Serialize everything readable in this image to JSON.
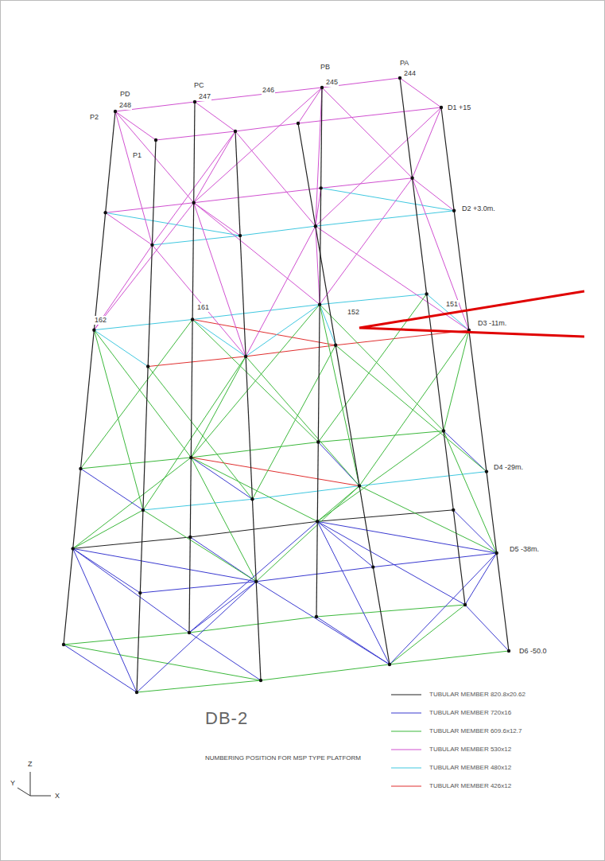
{
  "diagram": {
    "title": "DB-2",
    "caption": "NUMBERING POSITION FOR MSP TYPE PLATFORM",
    "labels": [
      "PA",
      "PB",
      "PC",
      "PD",
      "P2",
      "P1",
      "248",
      "247",
      "246",
      "245",
      "244",
      "D1 +15",
      "D2 +3.0m.",
      "D3 -11m.",
      "D4 -29m.",
      "D5 -38m.",
      "D6 -50.0",
      "162",
      "161",
      "151",
      "152",
      "Z",
      "Y",
      "X"
    ],
    "legend": [
      {
        "text": "TUBULAR MEMBER 820.8x20.62"
      },
      {
        "text": "TUBULAR MEMBER 720x16"
      },
      {
        "text": "TUBULAR MEMBER 609.6x12.7"
      },
      {
        "text": "TUBULAR MEMBER 530x12"
      },
      {
        "text": "TUBULAR MEMBER 480x12"
      },
      {
        "text": "TUBULAR MEMBER 426x12"
      }
    ]
  }
}
